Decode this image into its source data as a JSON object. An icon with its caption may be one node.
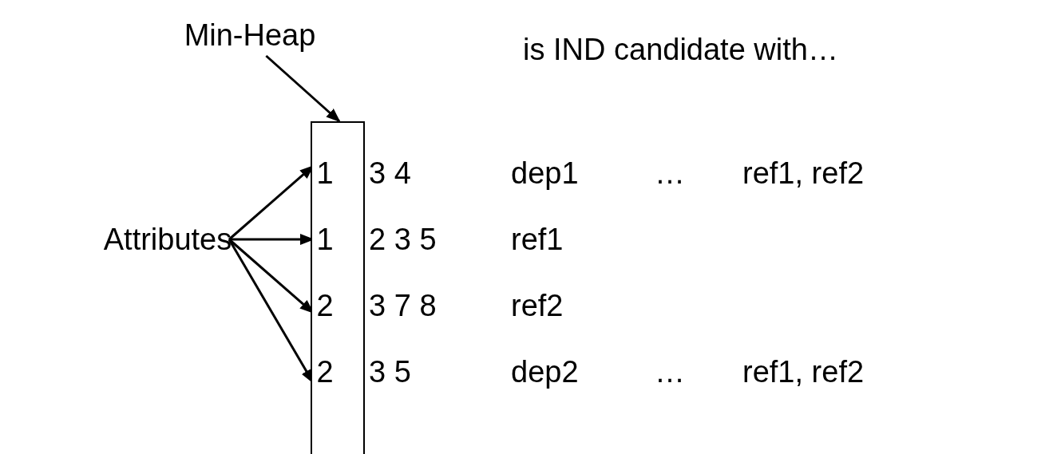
{
  "diagram": {
    "nodes": [
      {
        "text": [
          "Min-Heap"
        ]
      },
      {
        "text": [],
        "shape": "box"
      },
      {
        "text": [
          "Attributes"
        ]
      },
      {
        "text": [
          "1"
        ],
        "in": 1
      },
      {
        "text": [
          "1"
        ],
        "in": 1
      },
      {
        "text": [
          "2"
        ],
        "in": 1
      },
      {
        "text": [
          "2"
        ],
        "in": 1
      }
    ],
    "edges": [
      {
        "from": 0,
        "to": 1,
        "arrow": "to"
      },
      {
        "from": 2,
        "to": 3,
        "arrow": "to"
      },
      {
        "from": 2,
        "to": 4,
        "arrow": "to"
      },
      {
        "from": 2,
        "to": 5,
        "arrow": "to"
      },
      {
        "from": 2,
        "to": 6,
        "arrow": "to"
      }
    ],
    "labels": [
      "is IND candidate with…",
      "3 4",
      "dep1",
      "…",
      "ref1, ref2",
      "2 3 5",
      "ref1",
      "3 7 8",
      "ref2",
      "3 5",
      "dep2",
      "…",
      "ref1, ref2"
    ]
  }
}
